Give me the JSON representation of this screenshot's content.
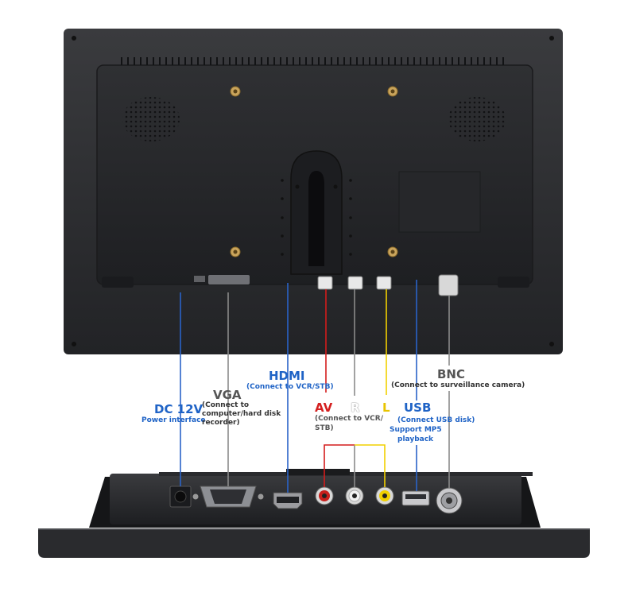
{
  "connectors": {
    "dc": {
      "label": "DC 12V",
      "desc": "Power interface"
    },
    "vga": {
      "label": "VGA",
      "desc_line1": "(Connect to",
      "desc_line2": "computer/hard disk",
      "desc_line3": "recorder)"
    },
    "hdmi": {
      "label": "HDMI",
      "desc": "(Connect to VCR/STB)"
    },
    "av": {
      "label": "AV",
      "desc_line1": "(Connect to VCR/",
      "desc_line2": "STB)"
    },
    "r": {
      "label": "R"
    },
    "l": {
      "label": "L"
    },
    "usb": {
      "label": "USB",
      "desc_line1": "(Connect USB disk)",
      "desc_line2": "Support MP5",
      "desc_line3": "playback"
    },
    "bnc": {
      "label": "BNC",
      "desc": "(Connect to surveillance camera)"
    }
  },
  "colors": {
    "line_blue": "#2a63c8",
    "line_gray": "#8a8a8a",
    "line_red": "#d41c1c",
    "line_yellow": "#f2d000",
    "monitor_body": "#2b2c2f"
  }
}
